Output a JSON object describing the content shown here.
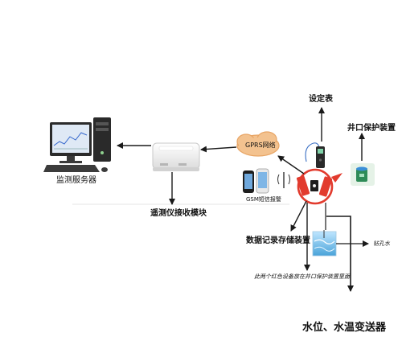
{
  "nodes": {
    "server": "监测服务器",
    "receiver": "遥测仪接收模块",
    "gprs": "GPRS网络",
    "gsm": "GSM短信报警",
    "setting_meter": "设定表",
    "wellhead": "井口保护装置",
    "recorder": "数据记录存储装置",
    "borehole_water": "钻孔水",
    "transmitter": "水位、水温变送器"
  },
  "notes": {
    "red_devices": "此两个红色设备放在井口保护装置里面"
  },
  "colors": {
    "arrow": "#1a1a1a",
    "device_red": "#e23b2e",
    "gprs_fill": "#f3c28f",
    "gprs_stroke": "#e8a565",
    "receiver_fill": "#f4f4f4",
    "wellhead_green": "#2e8b57",
    "wellhead_blue": "#3a8fd8"
  }
}
